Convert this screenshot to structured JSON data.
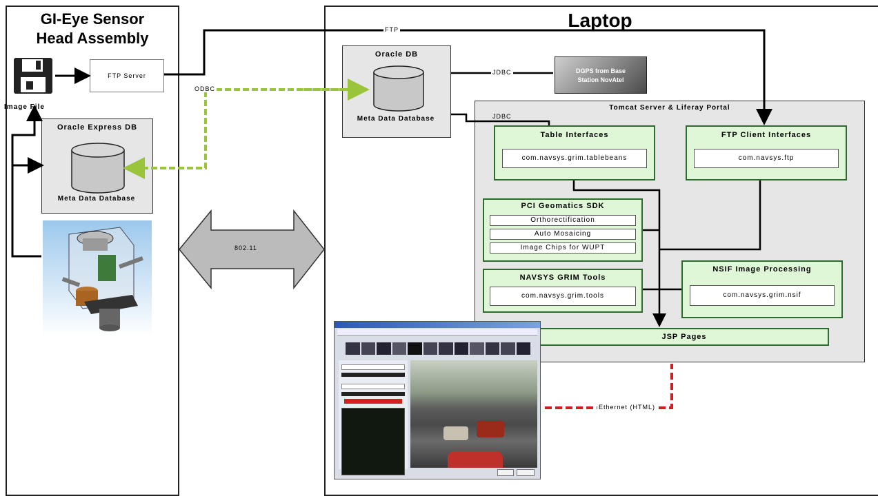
{
  "left_panel": {
    "title_line1": "GI-Eye Sensor",
    "title_line2": "Head Assembly",
    "ftp_server": "FTP Server",
    "image_file": "Image File",
    "oracle_express": {
      "title": "Oracle Express DB",
      "db_label": "Meta Data Database"
    }
  },
  "right_panel": {
    "title": "Laptop",
    "oracle_db": {
      "title": "Oracle DB",
      "db_label": "Meta Data Database"
    },
    "dgps": "DGPS from Base Station NovAtel",
    "tomcat": {
      "title": "Tomcat Server & Liferay Portal",
      "table_interfaces": {
        "title": "Table Interfaces",
        "item": "com.navsys.grim.tablebeans"
      },
      "ftp_client": {
        "title": "FTP Client Interfaces",
        "item": "com.navsys.ftp"
      },
      "pci": {
        "title": "PCI Geomatics SDK",
        "items": [
          "Orthorectification",
          "Auto Mosaicing",
          "Image Chips for WUPT"
        ]
      },
      "navsys_tools": {
        "title": "NAVSYS GRIM Tools",
        "item": "com.navsys.grim.tools"
      },
      "nsif": {
        "title": "NSIF Image Processing",
        "item": "com.navsys.grim.nsif"
      },
      "jsp": "JSP Pages"
    }
  },
  "connections": {
    "ftp": "FTP",
    "odbc": "ODBC",
    "jdbc_top": "JDBC",
    "jdbc_bottom": "JDBC",
    "wireless": "802.11",
    "ethernet": "Ethernet (HTML)"
  },
  "colors": {
    "odbc_line": "#9ac43c",
    "ethernet_line": "#cc1f1f",
    "green_fill": "#dff7d6",
    "green_border": "#2d6b2d",
    "gray_fill": "#e6e6e6"
  }
}
